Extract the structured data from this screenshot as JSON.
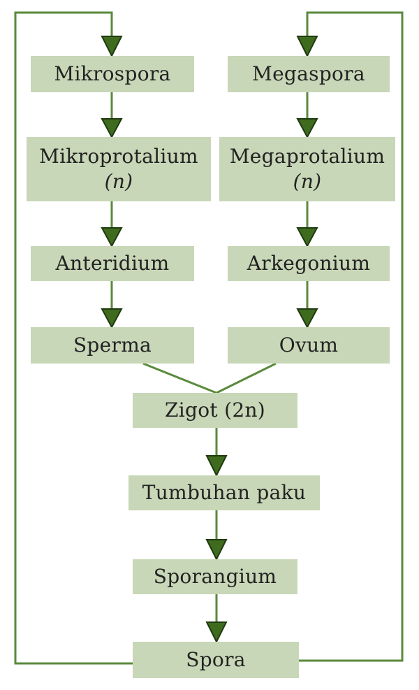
{
  "colors": {
    "box_fill": "#c8d7b7",
    "line": "#5a8a3c",
    "arrow_fill": "#3f6b1f",
    "arrow_stroke": "#1f3a10"
  },
  "nodes": {
    "mikrospora": "Mikrospora",
    "megaspora": "Megaspora",
    "mikroprotalium": "Mikroprotalium",
    "mikroprotalium_ploidy": "(n)",
    "megaprotalium": "Megaprotalium",
    "megaprotalium_ploidy": "(n)",
    "anteridium": "Anteridium",
    "arkegonium": "Arkegonium",
    "sperma": "Sperma",
    "ovum": "Ovum",
    "zigot": "Zigot (2n)",
    "tumbuhan_paku": "Tumbuhan paku",
    "sporangium": "Sporangium",
    "spora": "Spora"
  }
}
